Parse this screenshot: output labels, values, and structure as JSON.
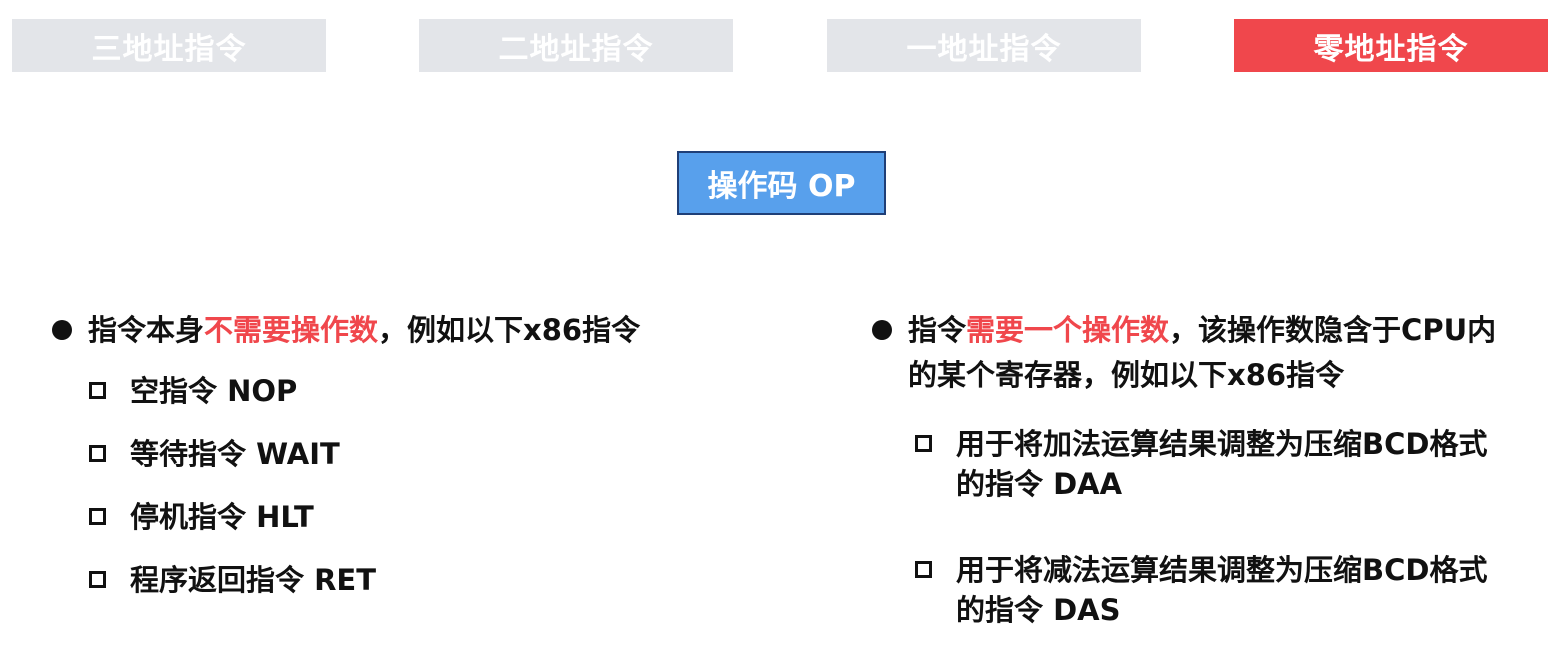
{
  "tabs": [
    {
      "label": "三地址指令",
      "active": false
    },
    {
      "label": "二地址指令",
      "active": false
    },
    {
      "label": "一地址指令",
      "active": false
    },
    {
      "label": "零地址指令",
      "active": true
    }
  ],
  "op_box": {
    "label": "操作码 OP"
  },
  "left": {
    "main": {
      "pre": "指令本身",
      "highlight": "不需要操作数",
      "post": "，例如以下x86指令"
    },
    "items": [
      "空指令 NOP",
      "等待指令 WAIT",
      "停机指令 HLT",
      "程序返回指令 RET"
    ]
  },
  "right": {
    "main": {
      "pre": "指令",
      "highlight": "需要一个操作数",
      "post": "，该操作数隐含于CPU内的某个寄存器，例如以下x86指令"
    },
    "items": [
      "用于将加法运算结果调整为压缩BCD格式的指令 DAA",
      "用于将减法运算结果调整为压缩BCD格式的指令 DAS"
    ]
  },
  "colors": {
    "accent_red": "#f0474c",
    "op_blue": "#58a0ec",
    "tab_inactive": "#e3e5e9"
  }
}
